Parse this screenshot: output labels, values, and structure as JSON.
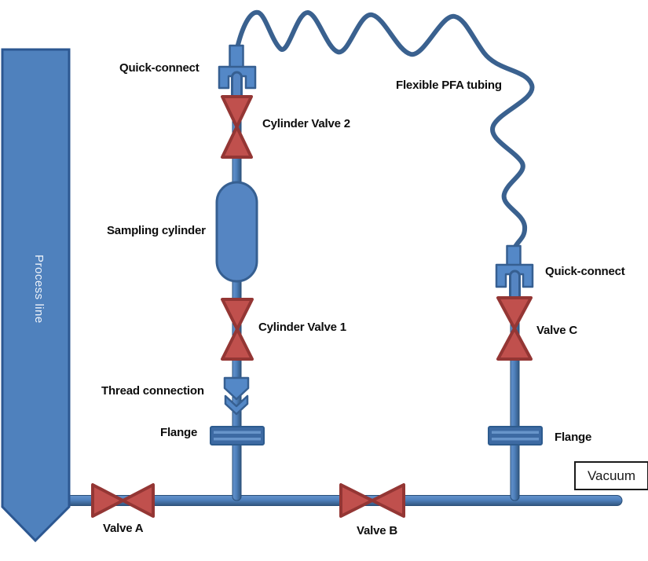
{
  "diagram": {
    "title_hint": "Gas sampling system piping diagram",
    "colors": {
      "background": "#ffffff",
      "pipe_fill": "#4f81bd",
      "pipe_border": "#365f91",
      "component_fill": "#5488c7",
      "valve_fill": "#c0504d",
      "valve_border": "#943634",
      "tubing": "#3a618f",
      "label_color": "#0d0d0d"
    },
    "labels": {
      "process_line": "Process line",
      "quick_connect_left": "Quick-connect",
      "cylinder_valve_2": "Cylinder Valve 2",
      "flexible_pfa_tubing": "Flexible PFA tubing",
      "sampling_cylinder": "Sampling cylinder",
      "cylinder_valve_1": "Cylinder Valve 1",
      "quick_connect_right": "Quick-connect",
      "valve_c": "Valve C",
      "thread_connection": "Thread connection",
      "flange_left": "Flange",
      "flange_right": "Flange",
      "valve_a": "Valve A",
      "valve_b": "Valve B",
      "vacuum": "Vacuum"
    }
  }
}
